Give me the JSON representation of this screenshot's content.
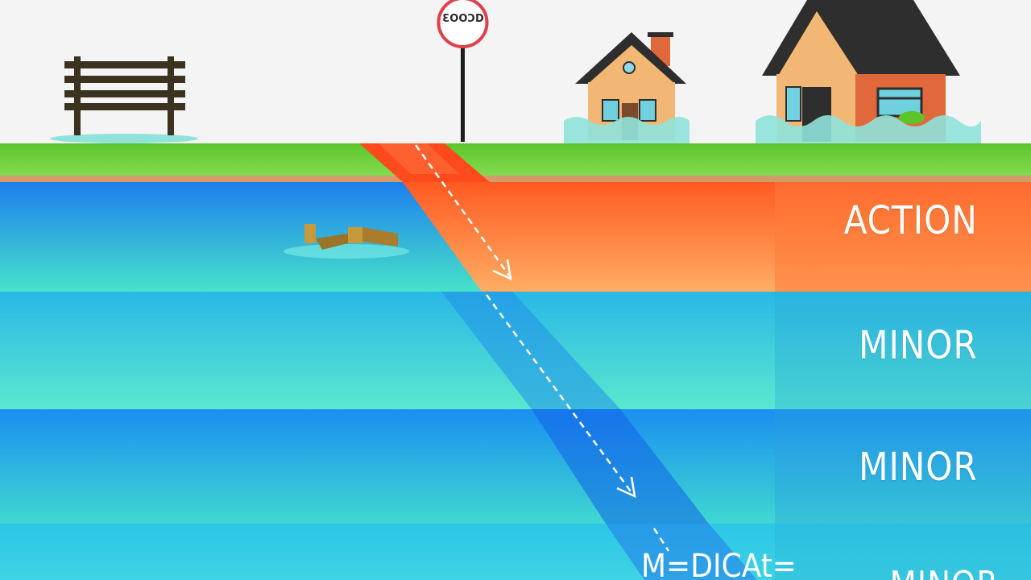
{
  "sign": {
    "text": "ƐOOƆD"
  },
  "bands": [
    {
      "id": "action",
      "label": "ACTION"
    },
    {
      "id": "minor-1",
      "label": "MINOR"
    },
    {
      "id": "minor-2",
      "label": "MINOR"
    }
  ],
  "bottom_partial_labels": {
    "left": "M=DICAt=",
    "right": "MINOR"
  },
  "colors": {
    "sky": "#f4f4f4",
    "grass": "#6ccf3a",
    "action_band": "#ff7a32",
    "minor_band": "#2fc0e2",
    "deep_band": "#1e88e8",
    "flood_water": "#8fe3dc",
    "house_roof": "#2e2e2e",
    "house_wall": "#f2b774",
    "bench": "#3b3320"
  }
}
